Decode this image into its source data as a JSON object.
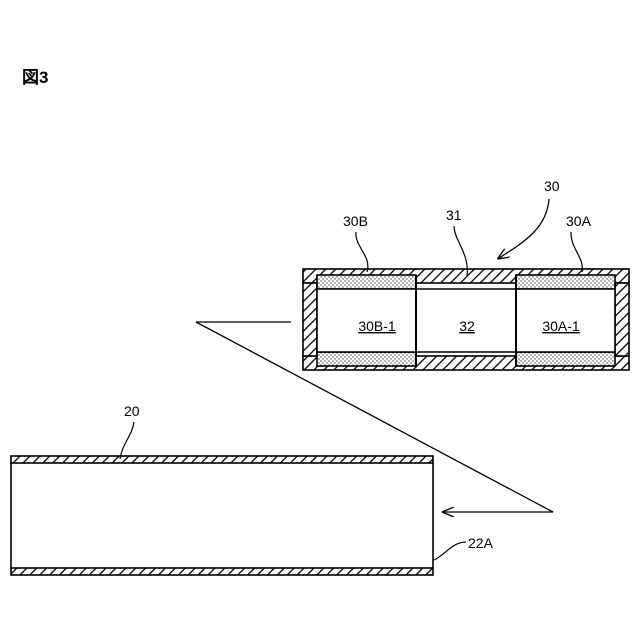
{
  "figure": {
    "title": "図3"
  },
  "labels": {
    "assembly": "30",
    "wall": "31",
    "end_b": "30B",
    "end_a": "30A",
    "section_b": "30B-1",
    "middle": "32",
    "section_a": "30A-1",
    "tube": "20",
    "tube_end": "22A"
  },
  "colors": {
    "ink": "#000000",
    "background": "#ffffff"
  }
}
